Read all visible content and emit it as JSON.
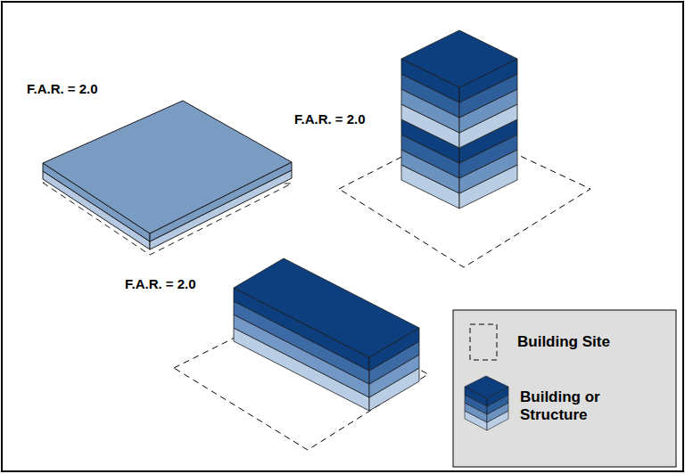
{
  "diagram": {
    "labels": [
      "F.A.R. = 2.0",
      "F.A.R. = 2.0",
      "F.A.R. = 2.0"
    ],
    "legend": [
      {
        "text": "Building Site"
      },
      {
        "text": "Building or Structure"
      }
    ]
  }
}
